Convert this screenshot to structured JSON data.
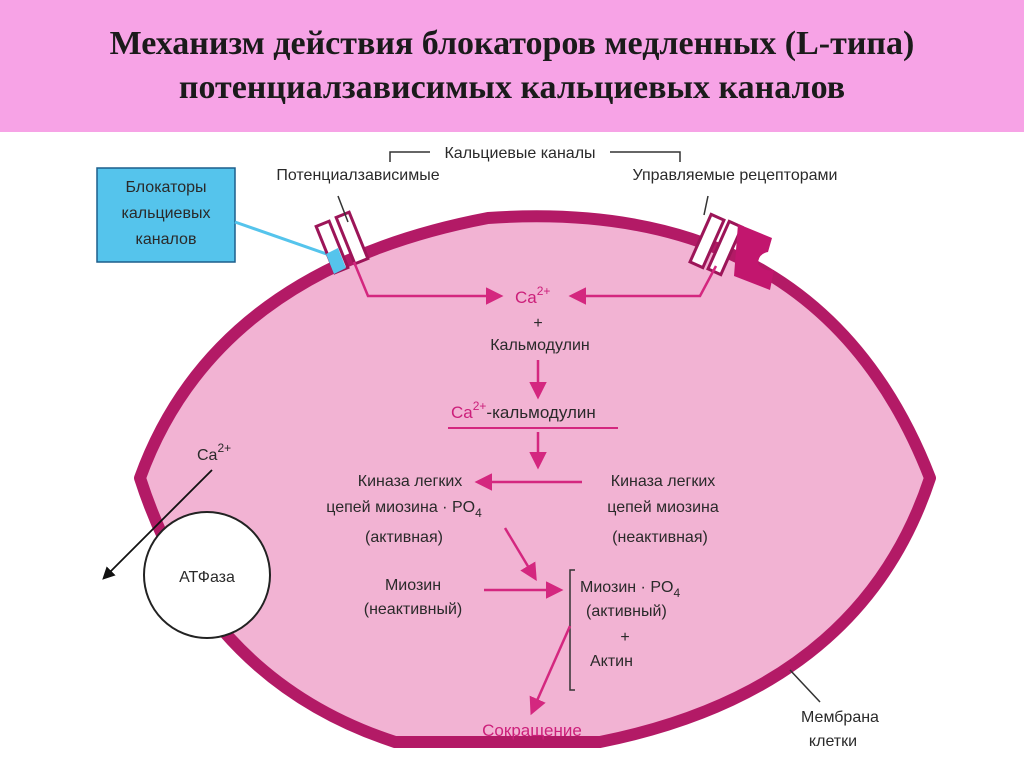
{
  "title": {
    "line1": "Механизм действия блокаторов медленных (L-типа)",
    "line2": "потенциалзависимых кальциевых каналов"
  },
  "diagram": {
    "channels_header": "Кальциевые каналы",
    "voltage_dependent": "Потенциалзависимые",
    "receptor_operated": "Управляемые рецепторами",
    "blockers": [
      "Блокаторы",
      "кальциевых",
      "каналов"
    ],
    "ca_top": "Ca",
    "ca_top_charge": "2+",
    "plus_1": "+",
    "calmodulin": "Кальмодулин",
    "ca_calmodulin_ca": "Ca",
    "ca_calmodulin_charge": "2+",
    "ca_calmodulin_rest": "-кальмодулин",
    "kinase_active": [
      "Киназа легких",
      "цепей миозина · PO",
      "(активная)"
    ],
    "kinase_active_sub": "4",
    "kinase_inactive": [
      "Киназа легких",
      "цепей миозина",
      "(неактивная)"
    ],
    "myosin_inactive": [
      "Миозин",
      "(неактивный)"
    ],
    "myosin_po4": "Миозин · PO",
    "myosin_po4_sub": "4",
    "myosin_active": "(активный)",
    "plus_2": "+",
    "actin": "Актин",
    "contraction": "Сокращение",
    "ca_out": "Ca",
    "ca_out_charge": "2+",
    "atpase": "АТФаза",
    "membrane": [
      "Мембрана",
      "клетки"
    ]
  },
  "colors": {
    "title_band": "#f7a3e6",
    "cell_fill": "#f2b3d3",
    "membrane": "#b31a66",
    "arrow": "#d4277f",
    "blocker_box": "#55c4ec"
  }
}
